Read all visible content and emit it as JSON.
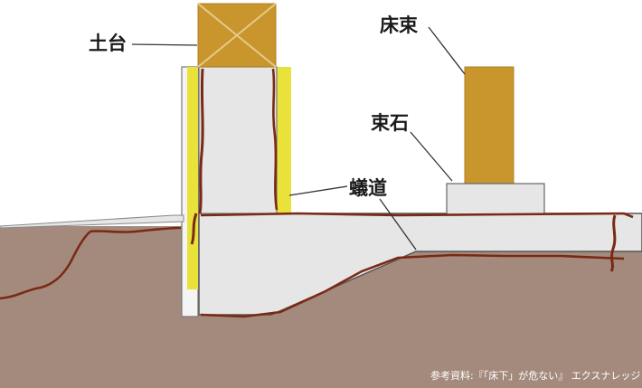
{
  "labels": {
    "sill": "土台",
    "floor_post": "床束",
    "foundation_stone": "束石",
    "termite_tube": "蟻道"
  },
  "credit": "参考資料:『「床下」が危ない』 エクスナレッジ",
  "colors": {
    "wood": "#c9962e",
    "concrete": "#e6e6e6",
    "soil": "#a48a7d",
    "termite_tube": "#7a2a14",
    "insulation": "#e8e23a"
  }
}
